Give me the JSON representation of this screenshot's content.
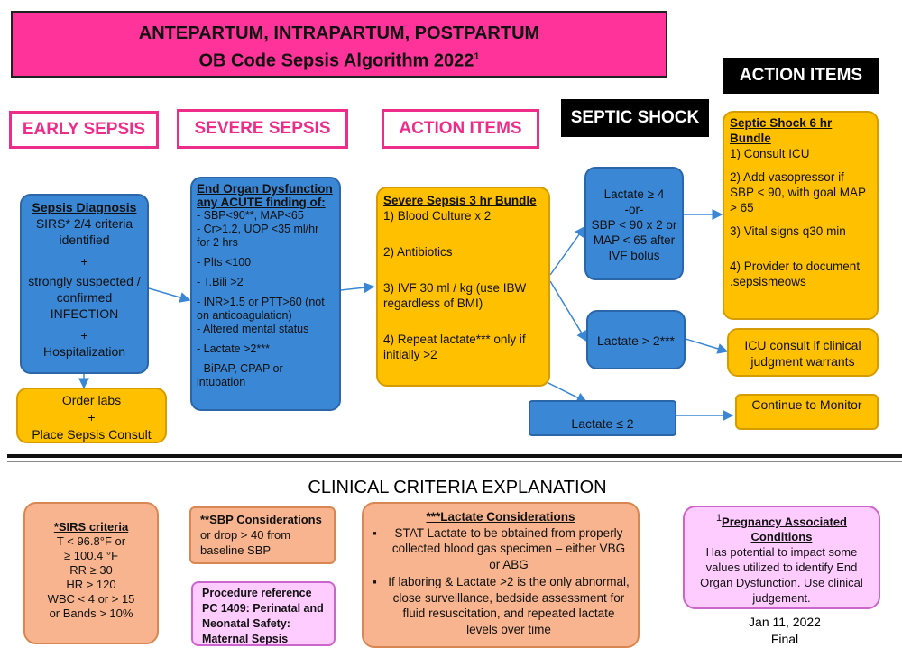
{
  "title": {
    "line1": "ANTEPARTUM, INTRAPARTUM, POSTPARTUM",
    "line2": "OB Code Sepsis Algorithm 2022",
    "footnote_mark": "1"
  },
  "headers": {
    "early_sepsis": "EARLY SEPSIS",
    "severe_sepsis": "SEVERE SEPSIS",
    "action_items_1": "ACTION ITEMS",
    "septic_shock": "SEPTIC SHOCK",
    "action_items_2": "ACTION ITEMS"
  },
  "sepsis_diagnosis": {
    "title": "Sepsis Diagnosis",
    "lines": [
      "SIRS* 2/4 criteria identified",
      "+",
      "strongly suspected / confirmed INFECTION",
      "+",
      "Hospitalization"
    ]
  },
  "order_labs": {
    "lines": [
      "Order labs",
      "+",
      "Place Sepsis Consult"
    ]
  },
  "organ_dysfunction": {
    "title_line1": "End Organ Dysfunction",
    "title_line2": "any ACUTE finding of:",
    "items": [
      "- SBP<90**, MAP<65",
      "- Cr>1.2, UOP <35 ml/hr for 2 hrs",
      "- Plts <100",
      "- T.Bili >2",
      "- INR>1.5 or PTT>60 (not on anticoagulation)",
      "- Altered mental status",
      "- Lactate >2***",
      "- BiPAP, CPAP or intubation"
    ]
  },
  "bundle_3hr": {
    "title": "Severe Sepsis 3 hr Bundle",
    "items": [
      "1) Blood Culture x 2",
      "2) Antibiotics",
      "3) IVF 30 ml / kg (use IBW regardless of BMI)",
      "4) Repeat lactate*** only if initially >2"
    ]
  },
  "lactate_4": {
    "lines": [
      "Lactate ≥ 4",
      "-or-",
      "SBP < 90 x 2 or MAP < 65 after IVF bolus"
    ]
  },
  "lactate_2": {
    "text": "Lactate > 2***"
  },
  "lactate_le2": {
    "text": "Lactate ≤ 2"
  },
  "shock_bundle": {
    "title": "Septic Shock 6 hr Bundle",
    "items": [
      "1) Consult ICU",
      "2) Add vasopressor if SBP < 90, with goal MAP > 65",
      "3) Vital signs q30 min",
      "4) Provider to document .sepsismeows"
    ]
  },
  "icu_consult": {
    "text": "ICU consult if clinical judgment warrants"
  },
  "continue_monitor": {
    "text": "Continue to Monitor"
  },
  "clinical_heading": "CLINICAL CRITERIA EXPLANATION",
  "sirs_criteria": {
    "title": "*SIRS criteria",
    "lines": [
      "T < 96.8°F or",
      "≥ 100.4 °F",
      "RR ≥ 30",
      "HR > 120",
      "WBC < 4 or > 15",
      "or Bands > 10%"
    ]
  },
  "sbp_considerations": {
    "title": "**SBP Considerations",
    "text": "or drop > 40 from baseline SBP"
  },
  "procedure_ref": {
    "text": "Procedure reference PC 1409: Perinatal and Neonatal Safety: Maternal Sepsis"
  },
  "lactate_considerations": {
    "title": "***Lactate Considerations",
    "bullets": [
      "STAT Lactate to be obtained from properly collected blood gas specimen – either VBG or ABG",
      "If laboring & Lactate >2 is the only abnormal, close surveillance, bedside assessment for fluid resuscitation, and repeated lactate levels over time"
    ]
  },
  "pregnancy_conditions": {
    "mark": "1",
    "title": "Pregnancy Associated Conditions",
    "text": "Has potential to impact some values utilized to identify End Organ Dysfunction. Use clinical judgement."
  },
  "footer": {
    "date": "Jan 11, 2022",
    "status": "Final"
  },
  "colors": {
    "pink_title": "#ff3399",
    "header_pink": "#ee2d8a",
    "blue_box": "#3a87d6",
    "gold_box": "#ffc000",
    "salmon_box": "#f7b48e",
    "light_pink_box": "#ffccff"
  }
}
